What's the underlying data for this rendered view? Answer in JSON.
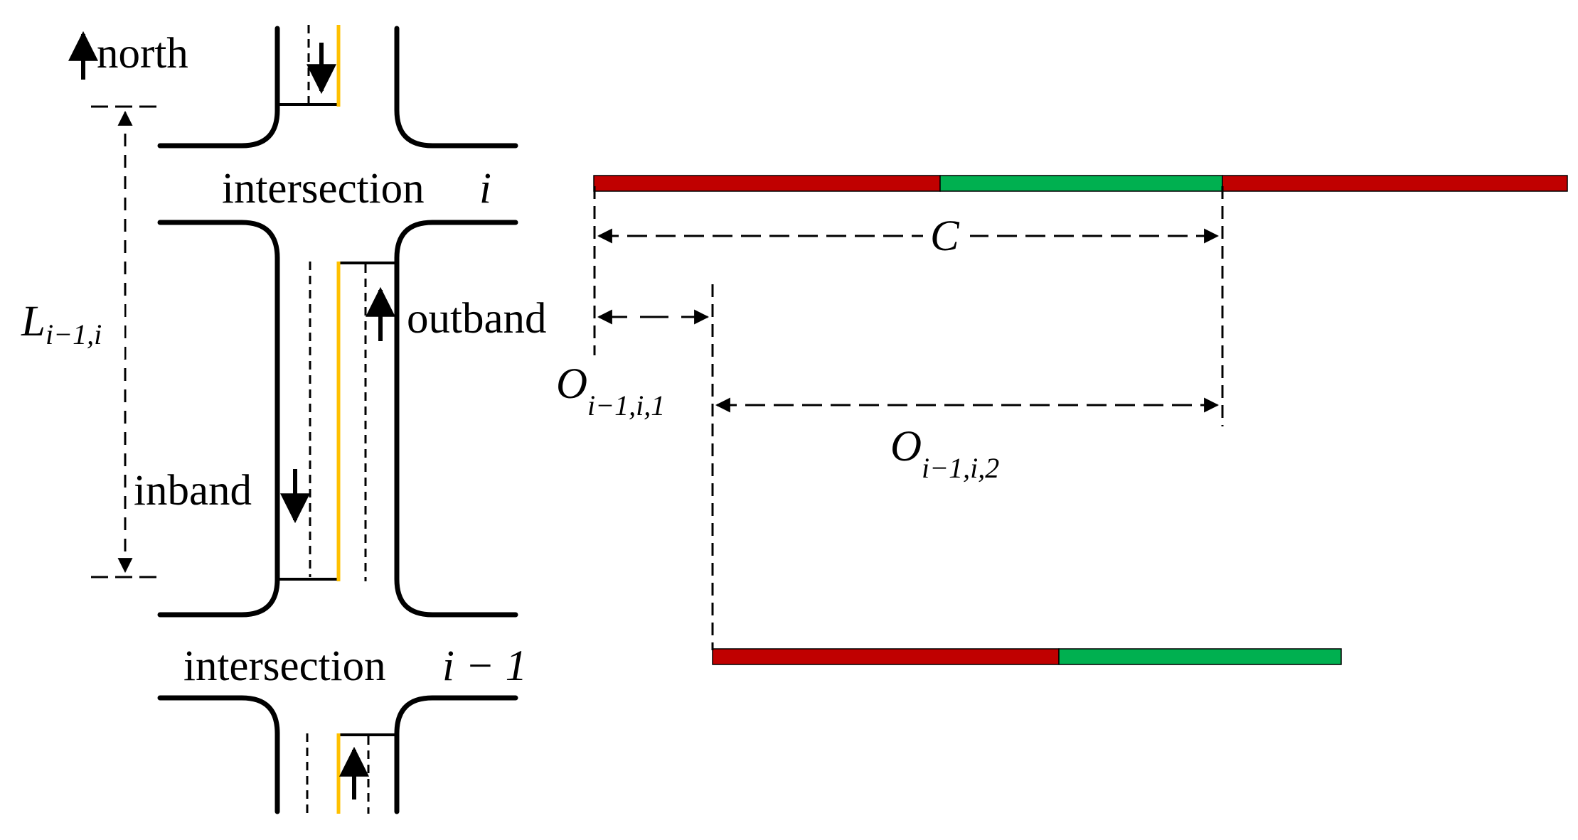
{
  "labels": {
    "north": "north",
    "intersection_i": "intersection",
    "intersection_i_var": "i",
    "intersection_i1": "intersection",
    "intersection_i1_var": "i − 1",
    "outband": "outband",
    "inband": "inband"
  },
  "math": {
    "L_main": "L",
    "L_sub": "i−1,i",
    "C": "C",
    "O1_main": "O",
    "O1_sub": "i−1,i,1",
    "O2_main": "O",
    "O2_sub": "i−1,i,2"
  },
  "colors": {
    "red_phase": "#c00000",
    "green_phase": "#00b050",
    "center_line": "#ffc000",
    "road": "#000000"
  },
  "signals": {
    "intersection_i": {
      "phases": [
        "red",
        "green",
        "red"
      ]
    },
    "intersection_i_minus_1": {
      "phases": [
        "red",
        "green"
      ]
    }
  }
}
